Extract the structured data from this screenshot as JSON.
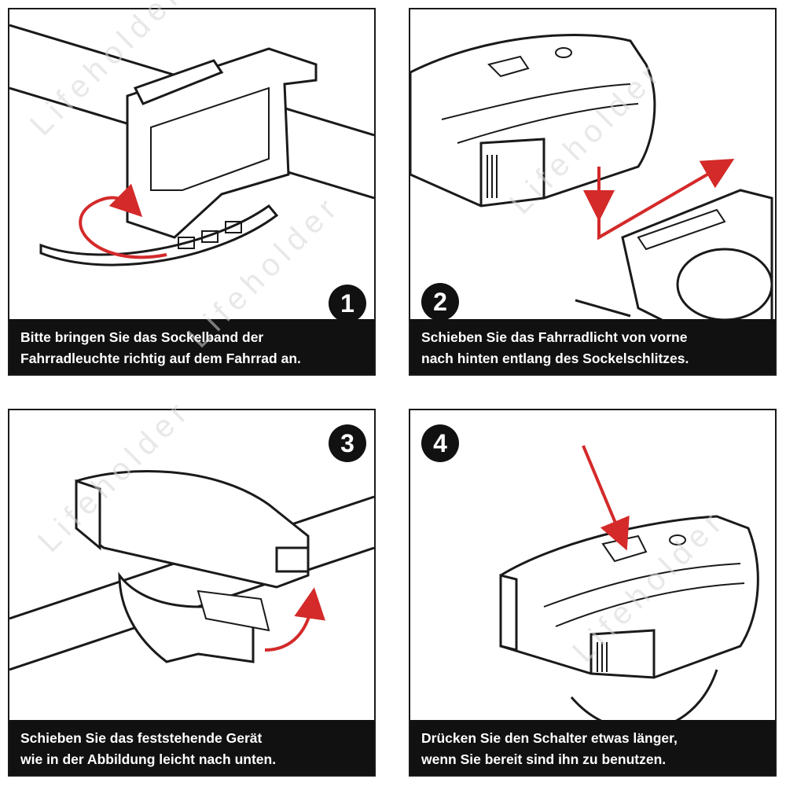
{
  "watermark": "Lifeholder",
  "colors": {
    "arrow": "#d42a2a",
    "ink": "#1a1a1a",
    "caption_bg": "#111111",
    "caption_text": "#ffffff"
  },
  "steps": [
    {
      "number": "1",
      "line1": "Bitte bringen Sie das Sockelband der",
      "line2": "Fahrradleuchte richtig auf dem Fahrrad an."
    },
    {
      "number": "2",
      "line1": "Schieben Sie das Fahrradlicht von vorne",
      "line2": "nach hinten entlang des Sockelschlitzes."
    },
    {
      "number": "3",
      "line1": "Schieben Sie das feststehende Gerät",
      "line2": "wie in der Abbildung leicht nach unten."
    },
    {
      "number": "4",
      "line1": "Drücken Sie den Schalter etwas länger,",
      "line2": "wenn Sie bereit sind ihn zu benutzen."
    }
  ]
}
